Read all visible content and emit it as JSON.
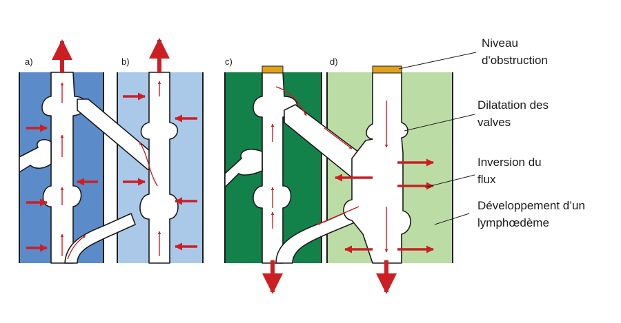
{
  "panels": [
    {
      "label": "a)"
    },
    {
      "label": "b)"
    },
    {
      "label": "c)"
    },
    {
      "label": "d)"
    }
  ],
  "annotations": {
    "obstruction": [
      "Niveau",
      "d'obstruction"
    ],
    "valves": [
      "Dilatation des",
      "valves"
    ],
    "reflux": [
      "Inversion du",
      "flux"
    ],
    "lymphedema": [
      "Développement d’un",
      "lymphœdème"
    ]
  },
  "colors": {
    "panel_a": "#5b8bc9",
    "panel_b": "#aac8e8",
    "panel_c": "#12824a",
    "panel_d": "#bcdca6",
    "vessel": "#ffffff",
    "arrow": "#cc1f24",
    "obstruction": "#e0a21c",
    "outline": "#1a1a1a"
  }
}
